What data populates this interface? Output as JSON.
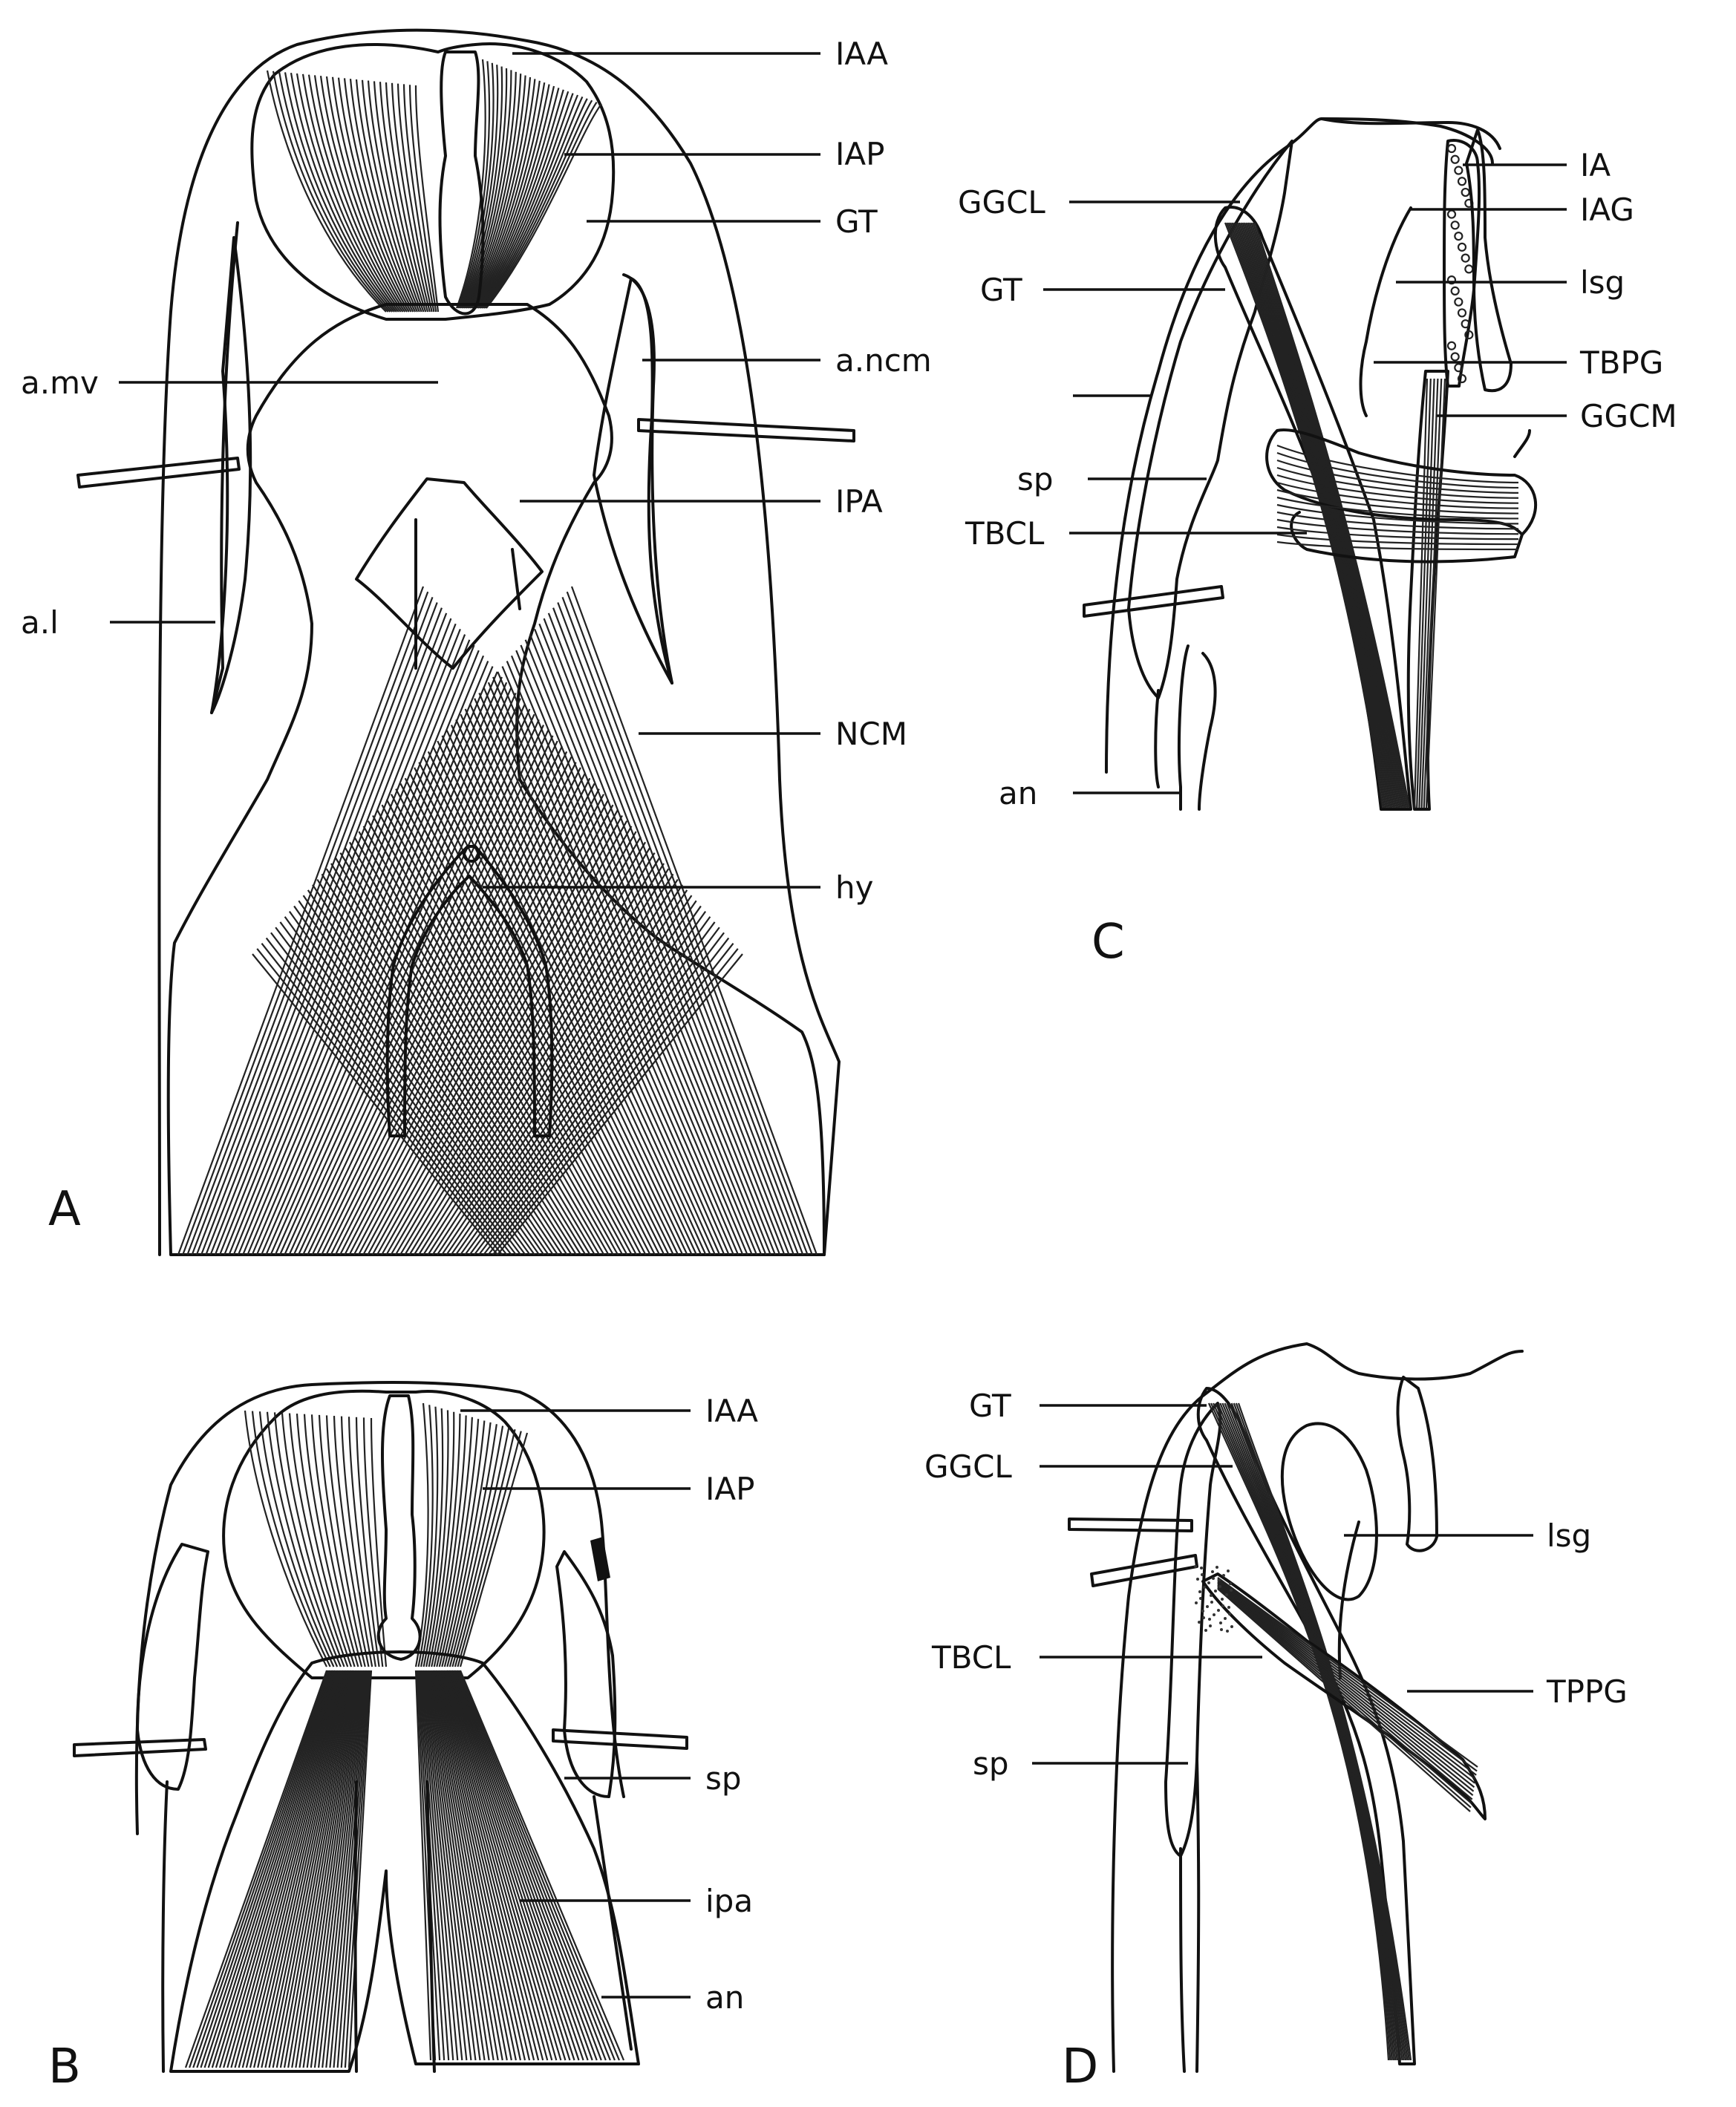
{
  "figure": {
    "panels": [
      {
        "letter": "A",
        "labels": [
          "IAA",
          "IAP",
          "GT",
          "a.mv",
          "a.ncm",
          "IPA",
          "a.l",
          "NCM",
          "hy"
        ]
      },
      {
        "letter": "B",
        "labels": [
          "IAA",
          "IAP",
          "sp",
          "ipa",
          "an"
        ]
      },
      {
        "letter": "C",
        "labels": [
          "IA",
          "GGCL",
          "IAG",
          "GT",
          "lsg",
          "TBPG",
          "GGCM",
          "sp",
          "TBCL",
          "an"
        ]
      },
      {
        "letter": "D",
        "labels": [
          "GT",
          "GGCL",
          "lsg",
          "TBCL",
          "TPPG",
          "sp"
        ]
      }
    ]
  }
}
